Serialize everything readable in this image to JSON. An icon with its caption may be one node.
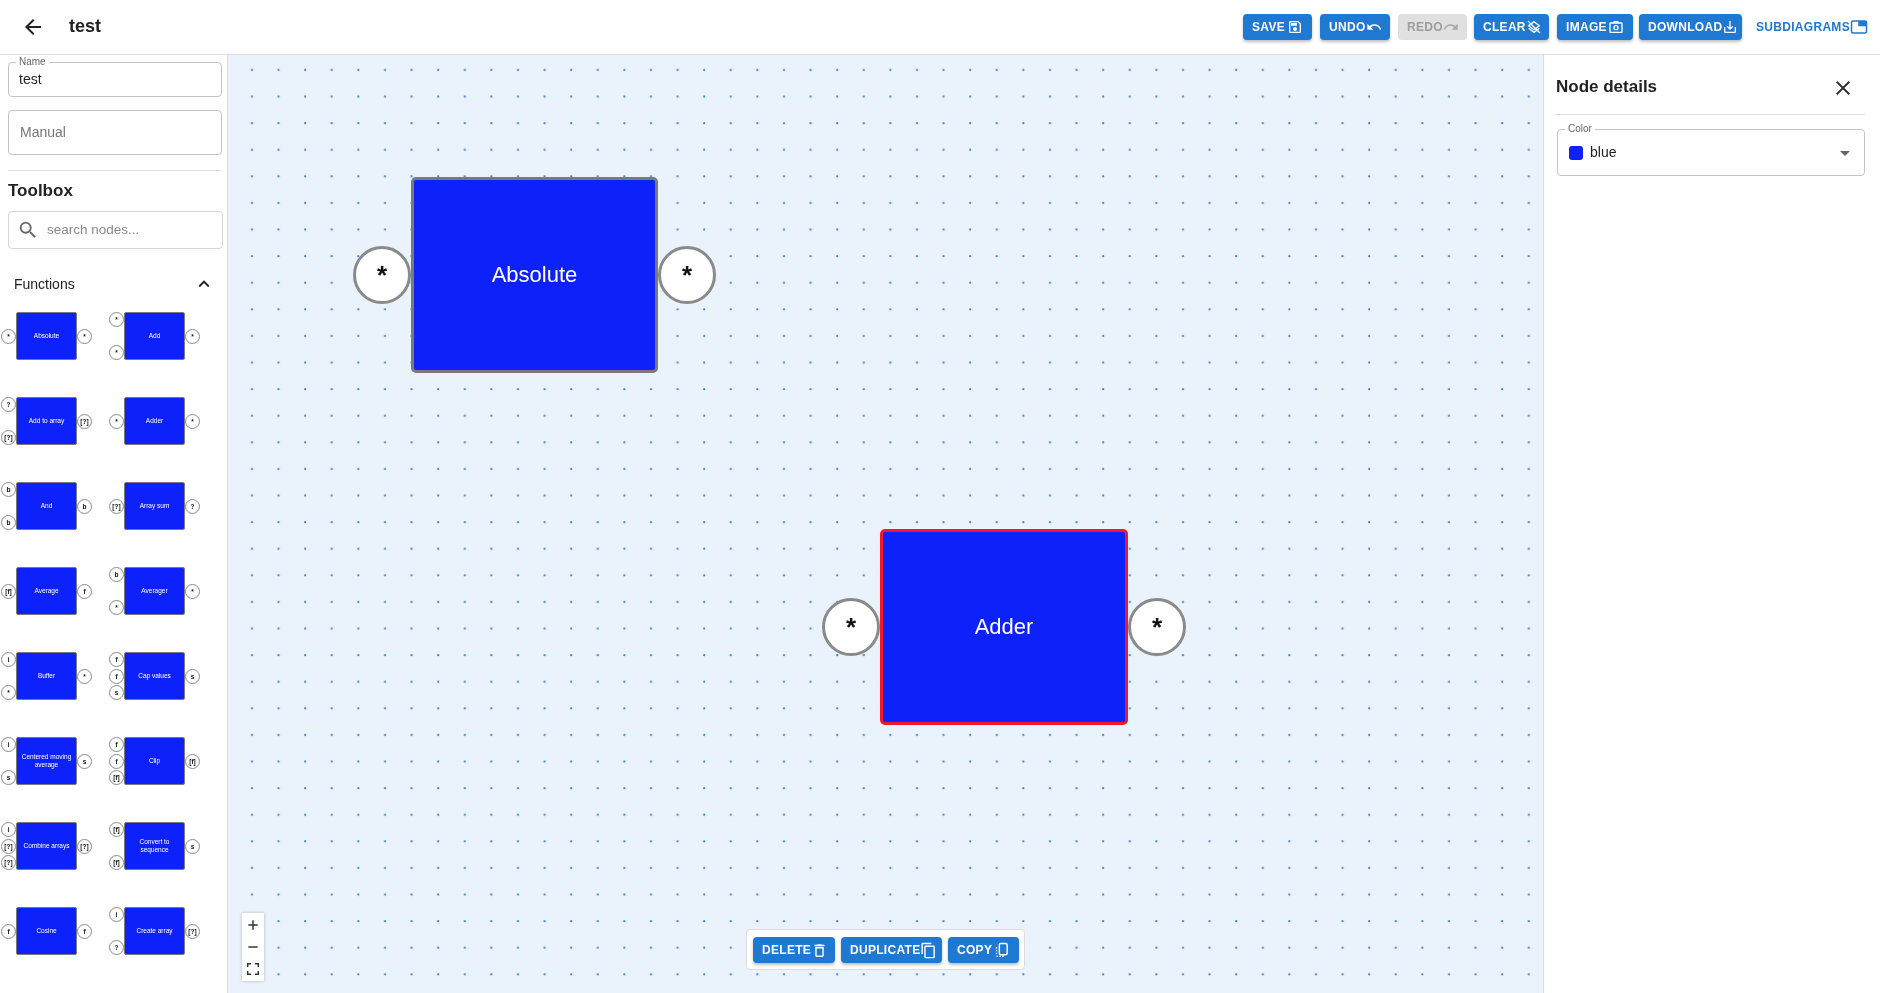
{
  "diagram": {
    "title": "test",
    "nodes": [
      {
        "text": [
          "Absolute"
        ]
      },
      {
        "text": [
          "*"
        ]
      },
      {
        "text": [
          "*"
        ]
      },
      {
        "text": [
          "Adder"
        ]
      },
      {
        "text": [
          "*"
        ]
      },
      {
        "text": [
          "*"
        ]
      },
      {
        "text": [
          "Absolute"
        ]
      },
      {
        "text": [
          "*"
        ]
      },
      {
        "text": [
          "*"
        ]
      },
      {
        "text": [
          "Add"
        ]
      },
      {
        "text": [
          "*"
        ]
      },
      {
        "text": [
          "*"
        ]
      },
      {
        "text": [
          "*"
        ]
      },
      {
        "text": [
          "Add to array"
        ]
      },
      {
        "text": [
          "?"
        ]
      },
      {
        "text": [
          "[?]"
        ]
      },
      {
        "text": [
          "[?]"
        ]
      },
      {
        "text": [
          "Adder"
        ]
      },
      {
        "text": [
          "*"
        ]
      },
      {
        "text": [
          "*"
        ]
      },
      {
        "text": [
          "And"
        ]
      },
      {
        "text": [
          "b"
        ]
      },
      {
        "text": [
          "b"
        ]
      },
      {
        "text": [
          "b"
        ]
      },
      {
        "text": [
          "Array sum"
        ]
      },
      {
        "text": [
          "[?]"
        ]
      },
      {
        "text": [
          "?"
        ]
      },
      {
        "text": [
          "Average"
        ]
      },
      {
        "text": [
          "[f]"
        ]
      },
      {
        "text": [
          "f"
        ]
      },
      {
        "text": [
          "Averager"
        ]
      },
      {
        "text": [
          "b"
        ]
      },
      {
        "text": [
          "*"
        ]
      },
      {
        "text": [
          "*"
        ]
      },
      {
        "text": [
          "Buffer"
        ]
      },
      {
        "text": [
          "i"
        ]
      },
      {
        "text": [
          "*"
        ]
      },
      {
        "text": [
          "*"
        ]
      },
      {
        "text": [
          "Cap values"
        ]
      },
      {
        "text": [
          "f"
        ]
      },
      {
        "text": [
          "f"
        ]
      },
      {
        "text": [
          "s"
        ]
      },
      {
        "text": [
          "s"
        ]
      },
      {
        "text": [
          "Centered moving average"
        ]
      },
      {
        "text": [
          "i"
        ]
      },
      {
        "text": [
          "s"
        ]
      },
      {
        "text": [
          "s"
        ]
      },
      {
        "text": [
          "Clip"
        ]
      },
      {
        "text": [
          "f"
        ]
      },
      {
        "text": [
          "f"
        ]
      },
      {
        "text": [
          "[f]"
        ]
      },
      {
        "text": [
          "[f]"
        ]
      },
      {
        "text": [
          "Combine arrays"
        ]
      },
      {
        "text": [
          "i"
        ]
      },
      {
        "text": [
          "[?]"
        ]
      },
      {
        "text": [
          "[?]"
        ]
      },
      {
        "text": [
          "[?]"
        ]
      },
      {
        "text": [
          "Convert to sequence"
        ]
      },
      {
        "text": [
          "[f]"
        ]
      },
      {
        "text": [
          "[f]"
        ]
      },
      {
        "text": [
          "s"
        ]
      },
      {
        "text": [
          "Cosine"
        ]
      },
      {
        "text": [
          "f"
        ]
      },
      {
        "text": [
          "f"
        ]
      },
      {
        "text": [
          "Create array"
        ]
      },
      {
        "text": [
          "i"
        ]
      },
      {
        "text": [
          "?"
        ]
      },
      {
        "text": [
          "[?]"
        ]
      }
    ],
    "labels": [
      "SAVE",
      "UNDO",
      "REDO",
      "CLEAR",
      "IMAGE",
      "DOWNLOAD",
      "SUBDIAGRAMS",
      "Name",
      "test",
      "Manual",
      "Toolbox",
      "search nodes...",
      "Functions",
      "Node details",
      "Color",
      "blue",
      "DELETE",
      "DUPLICATE",
      "COPY"
    ]
  }
}
